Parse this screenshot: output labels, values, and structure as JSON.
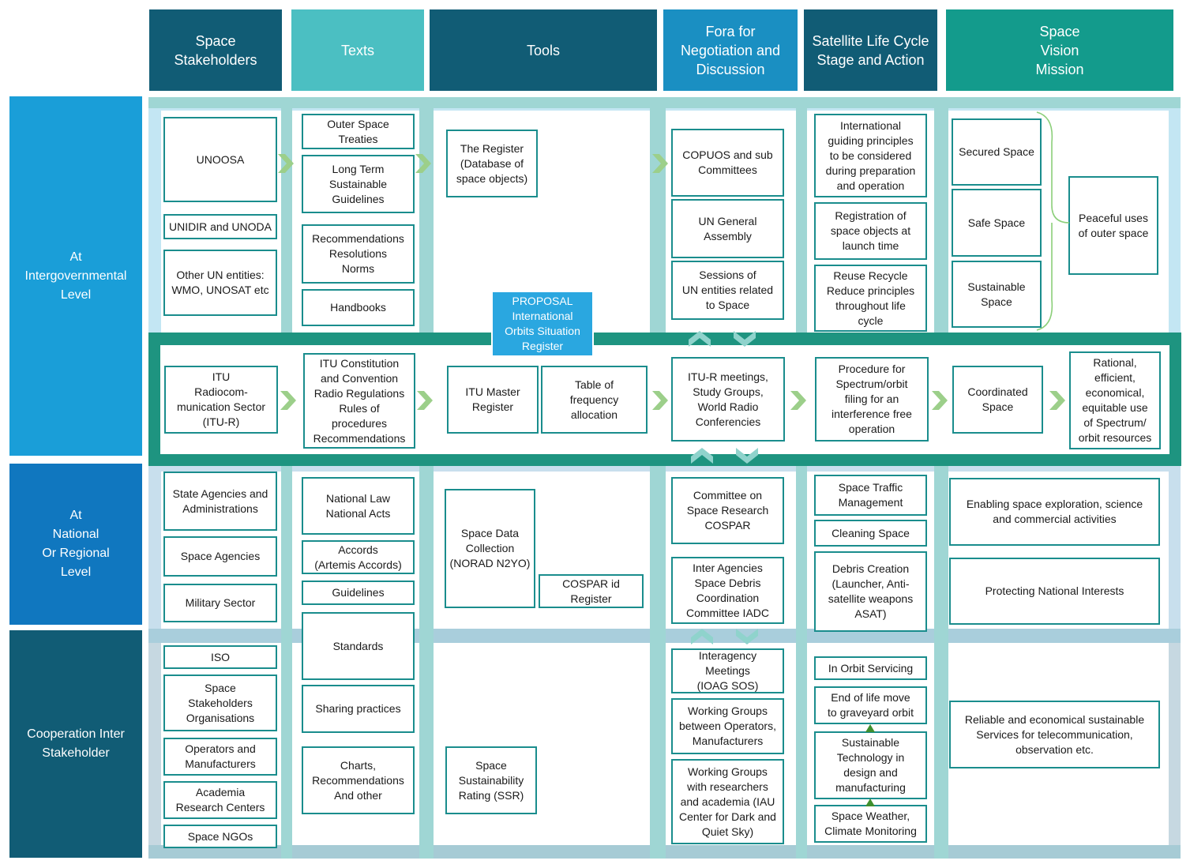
{
  "colors": {
    "header_stakeholders": "#115c75",
    "header_texts": "#4bbfc2",
    "header_tools": "#115c75",
    "header_fora": "#1a8fc2",
    "header_lifecycle": "#115c75",
    "header_vision": "#139b8c",
    "level_intergov": "#1a9ed8",
    "level_national": "#1077bf",
    "level_cooperation": "#115c75",
    "itu_frame": "#1e9480",
    "box_border": "#1a8d8d",
    "proposal": "#2aa7e0",
    "chevron": "#9ccf8a"
  },
  "headers": {
    "stakeholders": "Space\nStakeholders",
    "texts": "Texts",
    "tools": "Tools",
    "fora": "Fora for\nNegotiation and\nDiscussion",
    "lifecycle": "Satellite Life Cycle\nStage and Action",
    "vision": "Space\nVision\nMission"
  },
  "levels": {
    "intergov": "At\nIntergovernmental\nLevel",
    "national": "At\nNational\nOr Regional\nLevel",
    "cooperation": "Cooperation Inter\nStakeholder"
  },
  "proposal": "PROPOSAL\nInternational\nOrbits Situation\nRegister",
  "intergov": {
    "stakeholders": [
      "UNOOSA",
      "UNIDIR and UNODA",
      "Other UN entities:\nWMO, UNOSAT etc"
    ],
    "texts": [
      "Outer Space\nTreaties",
      "Long Term\nSustainable\nGuidelines",
      "Recommendations\nResolutions\nNorms",
      "Handbooks"
    ],
    "tools": [
      "The Register\n(Database of\nspace objects)"
    ],
    "fora": [
      "COPUOS and sub\nCommittees",
      "UN General\nAssembly",
      "Sessions of\nUN entities related\nto  Space"
    ],
    "lifecycle": [
      "International\nguiding principles\nto be considered\nduring preparation\nand operation",
      "Registration of\nspace objects at\nlaunch time",
      "Reuse Recycle\nReduce principles\nthroughout life\ncycle"
    ],
    "vision": [
      "Secured Space",
      "Safe Space",
      "Sustainable\nSpace"
    ],
    "vision_result": "Peaceful uses\nof outer space"
  },
  "itu": {
    "stakeholder": "ITU\nRadiocom-\nmunication Sector\n(ITU-R)",
    "texts": "ITU Constitution\nand Convention\nRadio Regulations\nRules of\nprocedures\nRecommendations",
    "tools": [
      "ITU Master\nRegister",
      "Table of\nfrequency\nallocation"
    ],
    "fora": "ITU-R meetings,\nStudy Groups,\nWorld Radio\nConferencies",
    "lifecycle": "Procedure for\nSpectrum/orbit\nfiling for an\ninterference free\noperation",
    "vision": "Coordinated\nSpace",
    "vision_result": "Rational,\nefficient,\neconomical,\nequitable use\nof Spectrum/\norbit resources"
  },
  "national": {
    "stakeholders": [
      "State Agencies and\nAdministrations",
      "Space Agencies",
      "Military Sector"
    ],
    "texts": [
      "National Law\nNational Acts",
      "Accords\n(Artemis Accords)",
      "Guidelines"
    ],
    "tools": [
      "Space Data\nCollection\n(NORAD N2YO)",
      "COSPAR id\nRegister"
    ],
    "fora": [
      "Committee on\nSpace Research\nCOSPAR",
      "Inter Agencies\nSpace Debris\nCoordination\nCommittee IADC"
    ],
    "lifecycle": [
      "Space Traffic\nManagement",
      "Cleaning Space",
      "Debris Creation\n(Launcher, Anti-\nsatellite weapons\nASAT)"
    ],
    "vision": [
      "Enabling space exploration, science\nand commercial activities",
      "Protecting National Interests"
    ]
  },
  "cooperation": {
    "stakeholders": [
      "ISO",
      "Space\nStakeholders\nOrganisations",
      "Operators and\nManufacturers",
      "Academia\nResearch Centers",
      "Space NGOs"
    ],
    "texts": [
      "Standards",
      "Sharing practices",
      "Charts,\nRecommendations\nAnd other"
    ],
    "tools": [
      "Space\nSustainability\nRating (SSR)"
    ],
    "fora": [
      "Interagency\nMeetings\n(IOAG SOS)",
      "Working Groups\nbetween Operators,\nManufacturers",
      "Working Groups\nwith researchers\nand academia (IAU\nCenter for Dark and\nQuiet Sky)"
    ],
    "lifecycle": [
      "In Orbit Servicing",
      "End of life move\nto graveyard orbit",
      "Sustainable\nTechnology in\ndesign and\nmanufacturing",
      "Space Weather,\nClimate Monitoring"
    ],
    "vision": [
      "Reliable and economical sustainable\nServices for telecommunication,\nobservation etc."
    ]
  }
}
